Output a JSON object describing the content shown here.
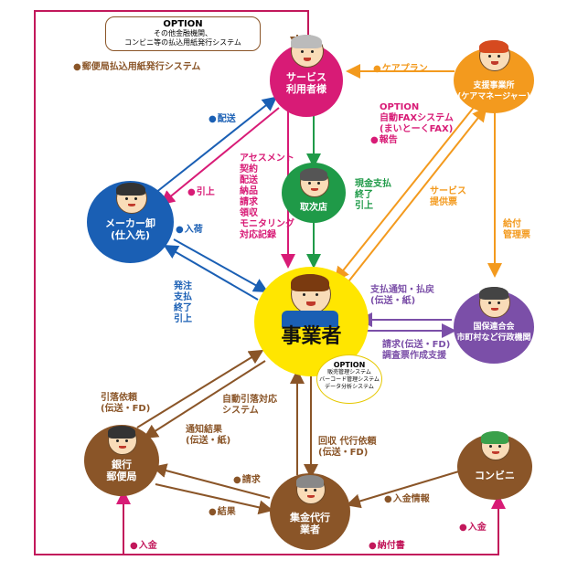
{
  "option_top": {
    "title": "OPTION",
    "line1": "その他金融機関、",
    "line2": "コンビニ等の払込用紙発行システム"
  },
  "nodes": {
    "user": "サービス\n利用者様",
    "care": "支援事業所\n(ケアマネージャー)",
    "maker": "メーカー卸\n(仕入先)",
    "agency": "取次店",
    "provider": "事業者",
    "kokuho": "国保連合会\n市町村など行政機関",
    "bank": "銀行\n郵便局",
    "collector": "集金代行\n業者",
    "conveni": "コンビニ"
  },
  "option_center": {
    "title": "OPTION",
    "line1": "販売管理システム",
    "line2": "バーコード管理システム",
    "line3": "データ分析システム"
  },
  "labels": {
    "postal": "郵便局払込用紙発行システム",
    "careplan": "ケアプラン",
    "option_fax": "OPTION\n自動FAXシステム\n(まいとーくFAX)",
    "report": "報告",
    "delivery_top": "配送",
    "pickup": "引上",
    "assessment": "アセスメント\n契約\n配送\n納品\n請求\n領収\nモニタリング\n対応記録",
    "agency_flow": "現金支払\n終了\n引上",
    "service_ticket": "サービス\n提供票",
    "benefit": "給付\n管理票",
    "nyuka": "入荷",
    "order": "発注\n支払\n終了\n引上",
    "kokuho_pay": "支払通知・払戻\n(伝送・紙)",
    "kokuho_claim": "請求(伝送・FD)\n調査票作成支援",
    "withdraw_req": "引落依頼\n(伝送・FD)",
    "auto_debit": "自動引落対応\nシステム",
    "notice": "通知結果\n(伝送・紙)",
    "collect_req": "回収 代行依頼\n(伝送・FD)",
    "seikyu": "請求",
    "kekka": "結果",
    "nyukin_info": "入金情報",
    "nyukin_right": "入金",
    "nyukin_bottom": "入金",
    "payslip": "納付書"
  },
  "colors": {
    "pink": "#d81b76",
    "orange": "#f39a1e",
    "blue": "#1a5fb4",
    "green": "#1f9a48",
    "purple": "#7b4fa8",
    "brown": "#8a5528",
    "yellow": "#ffe600",
    "frame": "#c2185b"
  }
}
